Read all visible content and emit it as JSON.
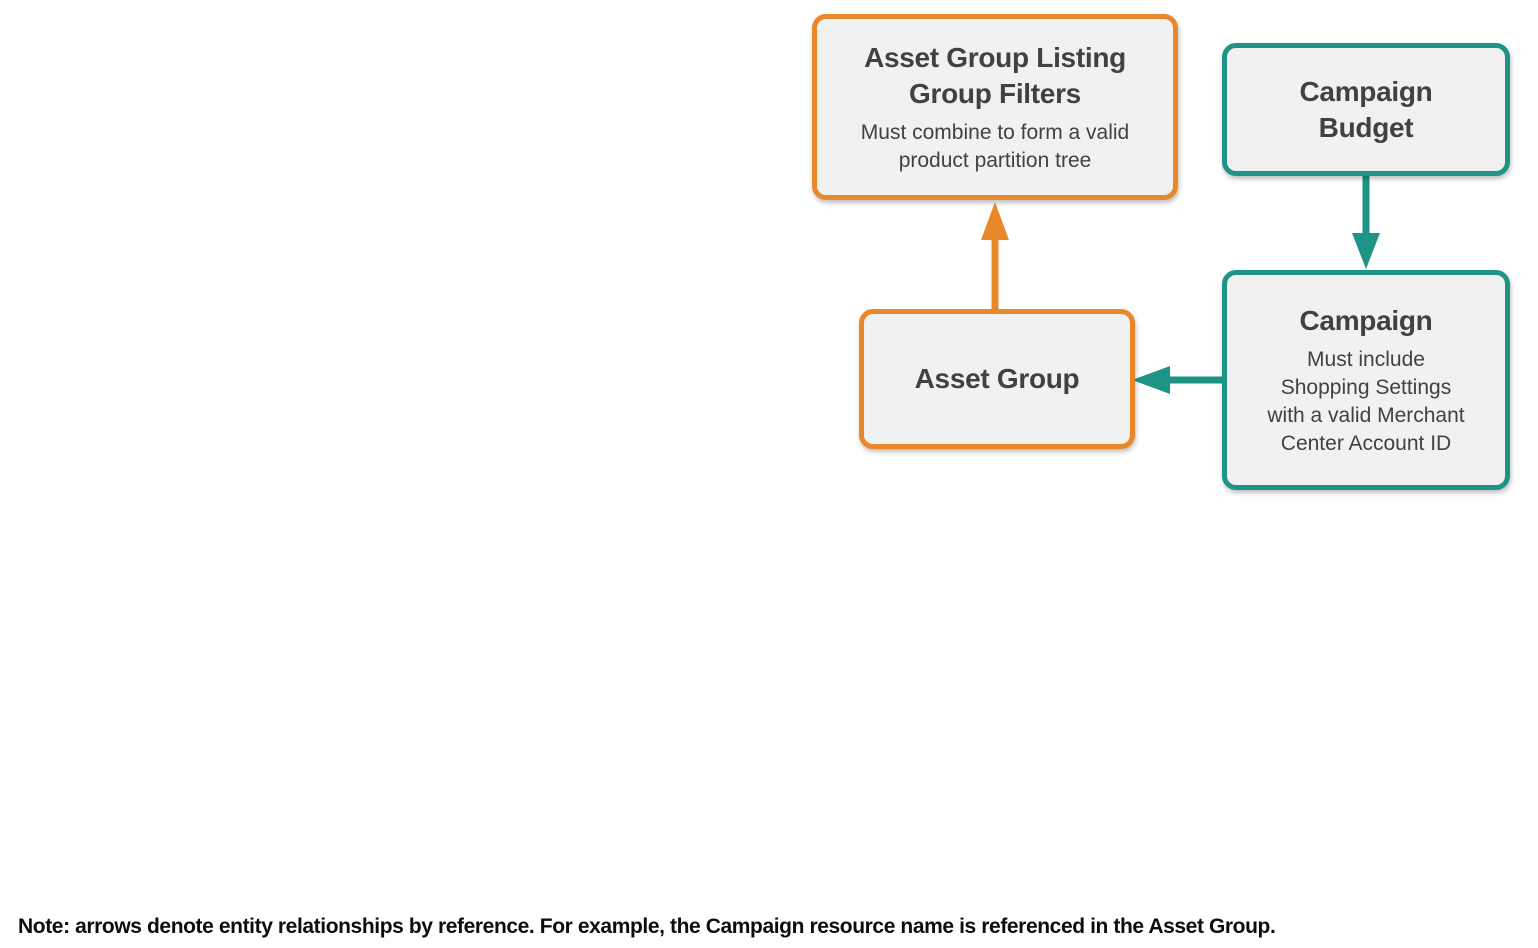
{
  "colors": {
    "orange_accent": "#E8882A",
    "teal_accent": "#1E9487",
    "node_fill": "#F1F1F1",
    "node_text": "#3F4245",
    "note_text": "#0D0D0D",
    "background": "#FFFFFF"
  },
  "nodes": {
    "listing_filters": {
      "title": "Asset Group Listing\nGroup Filters",
      "subtitle": "Must combine to form a valid\nproduct partition tree",
      "accent": "orange"
    },
    "campaign_budget": {
      "title": "Campaign\nBudget",
      "accent": "teal"
    },
    "asset_group": {
      "title": "Asset Group",
      "accent": "orange"
    },
    "campaign": {
      "title": "Campaign",
      "subtitle": "Must include\nShopping Settings\nwith a valid Merchant\nCenter Account ID",
      "accent": "teal"
    }
  },
  "edges": [
    {
      "from": "asset_group",
      "to": "listing_filters",
      "color": "orange",
      "direction": "up"
    },
    {
      "from": "campaign_budget",
      "to": "campaign",
      "color": "teal",
      "direction": "down"
    },
    {
      "from": "campaign",
      "to": "asset_group",
      "color": "teal",
      "direction": "left"
    }
  ],
  "note": "Note: arrows denote entity relationships by reference. For example, the Campaign resource name is referenced in the Asset Group."
}
